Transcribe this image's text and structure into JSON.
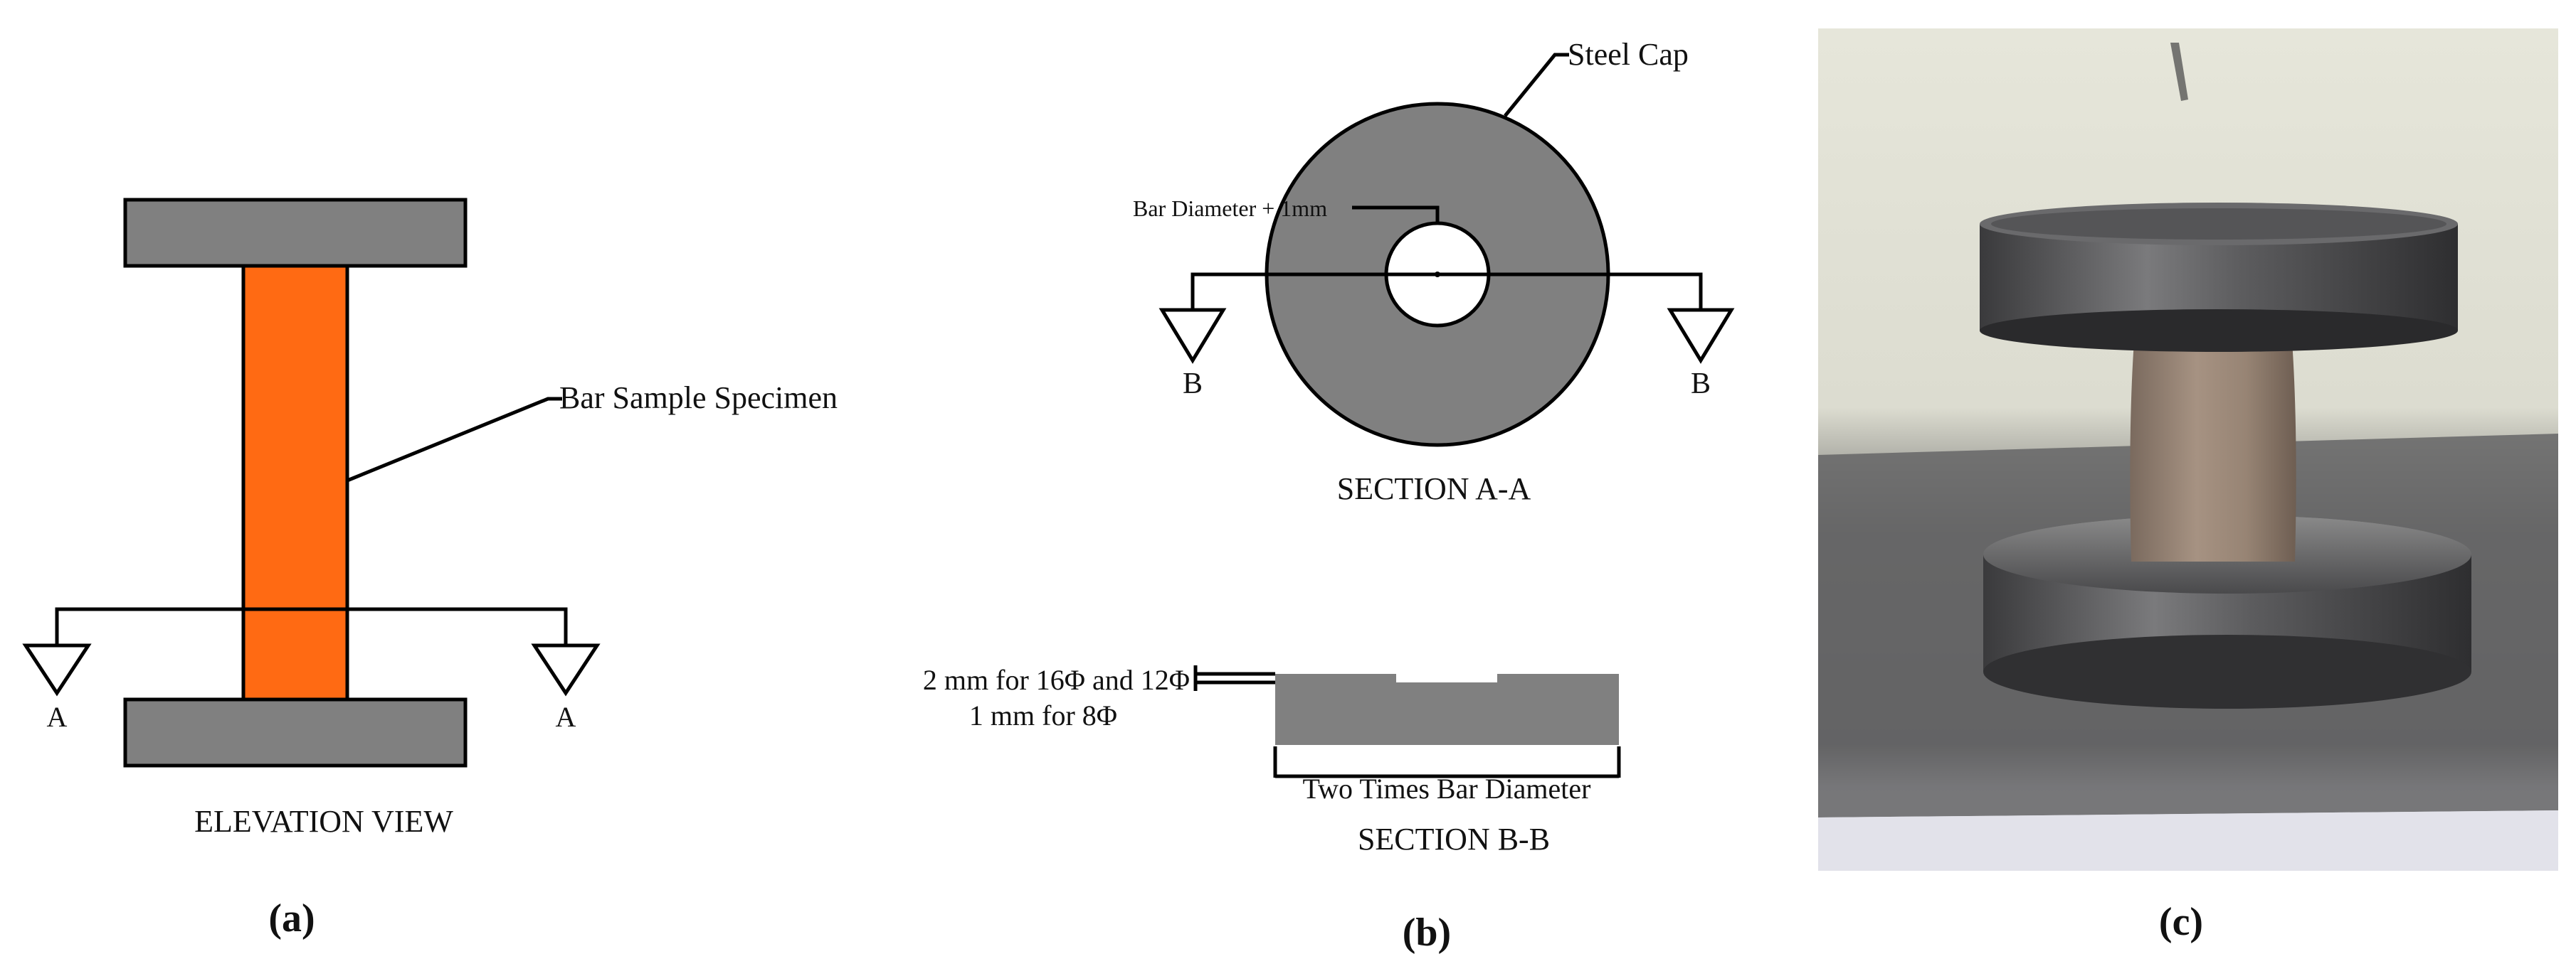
{
  "panels": {
    "a": {
      "label": "(a)",
      "view_title": "ELEVATION VIEW",
      "specimen_callout": "Bar Sample Specimen",
      "section_marker_left": "A",
      "section_marker_right": "A",
      "specimen_color": "#FF6A13",
      "cap_color": "#808080"
    },
    "b": {
      "label": "(b)",
      "steel_cap_callout": "Steel Cap",
      "hole_callout": "Bar Diameter + 1mm",
      "section_marker_left": "B",
      "section_marker_right": "B",
      "section_aa_title": "SECTION A-A",
      "recess_note_line1": "2 mm for 16Φ and 12Φ",
      "recess_note_line2": "1 mm for 8Φ",
      "width_dimension": "Two Times Bar Diameter",
      "section_bb_title": "SECTION B-B",
      "cap_color": "#808080"
    },
    "c": {
      "label": "(c)"
    }
  }
}
